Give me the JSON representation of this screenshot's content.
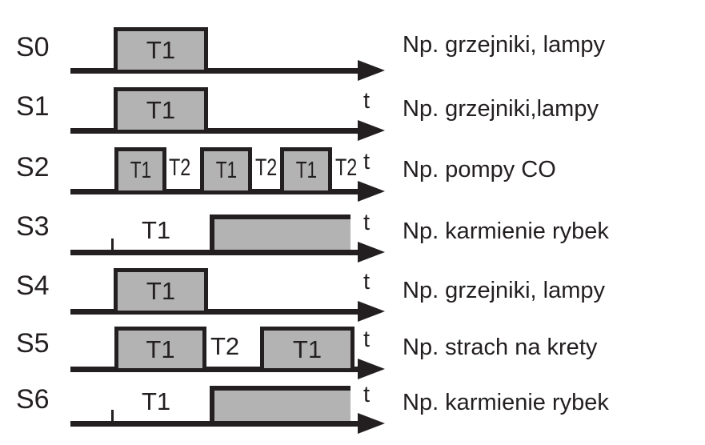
{
  "diagram": {
    "title": "signal-timing-diagram",
    "t_axis_label": "t",
    "colors": {
      "background": "#ffffff",
      "pulse_fill": "#b3b3b3",
      "line": "#231f20",
      "text": "#231f20"
    },
    "rows": [
      {
        "label": "S0",
        "example": "Np. grzejniki, lampy",
        "has_t_label": false,
        "pulses": [
          {
            "text": "T1"
          }
        ]
      },
      {
        "label": "S1",
        "example": "Np. grzejniki,lampy",
        "has_t_label": true,
        "pulses": [
          {
            "text": "T1"
          }
        ]
      },
      {
        "label": "S2",
        "example": "Np. pompy CO",
        "has_t_label": true,
        "pulses": [
          {
            "text": "T1"
          },
          {
            "text": "T1"
          },
          {
            "text": "T1"
          }
        ],
        "gap_labels": [
          "T2",
          "T2",
          "T2"
        ]
      },
      {
        "label": "S3",
        "example": "Np. karmienie rybek",
        "has_t_label": true,
        "delay_label": "T1",
        "open_ended_pulse": true
      },
      {
        "label": "S4",
        "example": "Np. grzejniki, lampy",
        "has_t_label": true,
        "pulses": [
          {
            "text": "T1"
          }
        ]
      },
      {
        "label": "S5",
        "example": "Np. strach na krety",
        "has_t_label": true,
        "pulses": [
          {
            "text": "T1"
          },
          {
            "text": "T1"
          }
        ],
        "gap_labels": [
          "T2"
        ]
      },
      {
        "label": "S6",
        "example": "Np. karmienie rybek",
        "has_t_label": true,
        "delay_label": "T1",
        "open_ended_pulse": true
      }
    ]
  }
}
